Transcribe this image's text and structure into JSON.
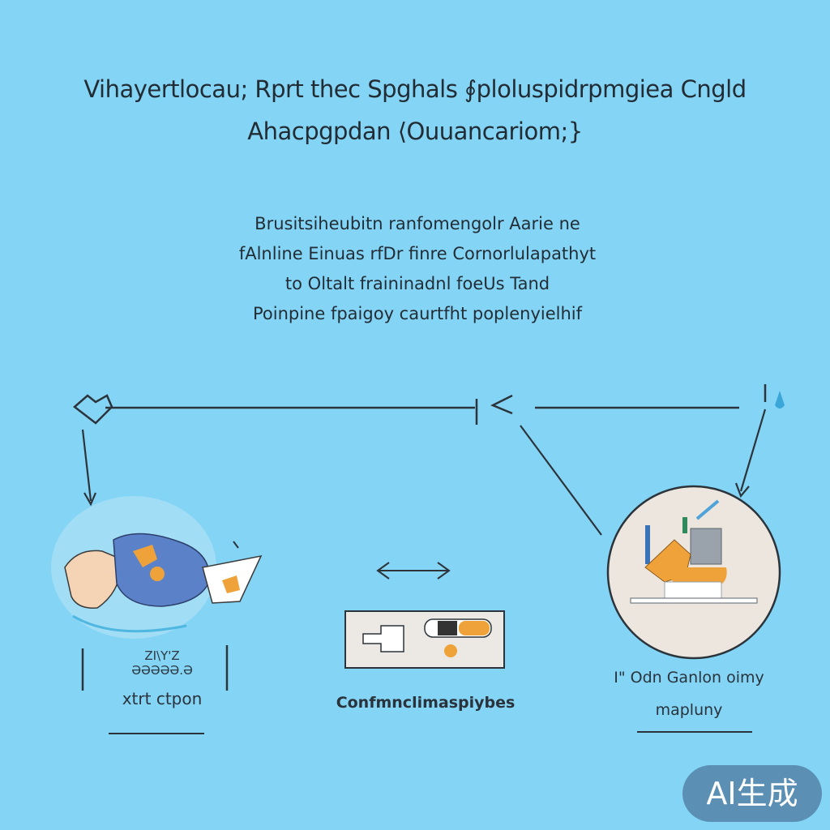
{
  "title": {
    "line1": "Vihayertlocau; Rprt thec Spghals ∮ploluspidrpmgiea Cngld",
    "line2": "Ahacpgpdan ⟨Ouuancariom;}"
  },
  "description": {
    "line1": "Brusitsiheubitn ranfomengolr Aarie ne",
    "line2": "fAlnline Einuas rfDr finre Cornorlulapathyt",
    "line3": "to Oltalt fraininadnl foeUs Tand",
    "line4": "Poinpine fpaigoy caurtfht poplenyielhif"
  },
  "captions": {
    "left_small1": "ZI\\Y'Z",
    "left_small2": "ƏƏƏƏƏ.Ə",
    "left_main": "xtrt ctpon",
    "middle": "Confmnclimaspiybes",
    "right_line1": "I\" Odn Ganlon oimy",
    "right_line2": "mapluny"
  },
  "badge": {
    "label": "AI生成"
  },
  "colors": {
    "background": "#84d4f6",
    "line": "#2c343b",
    "blue_shape": "#5b82c8",
    "orange_accent": "#f0a23a",
    "badge": "#5b8fb4"
  }
}
